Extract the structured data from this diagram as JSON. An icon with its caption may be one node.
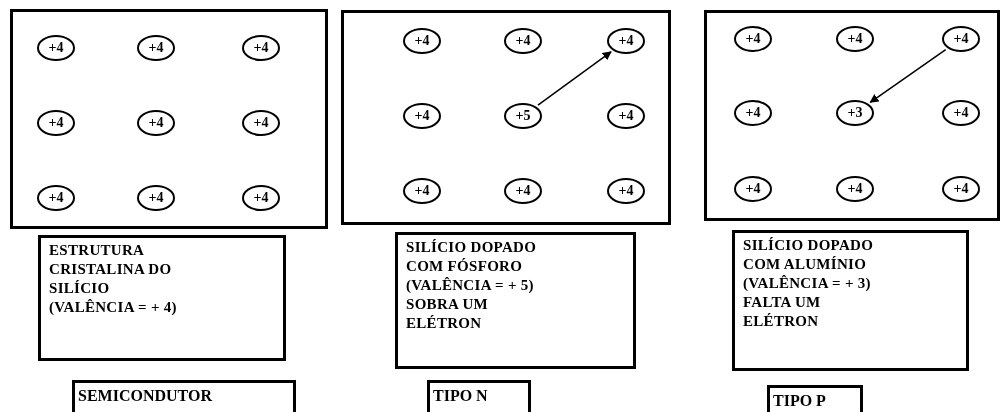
{
  "diagram": {
    "nodes": [
      {
        "text": [],
        "shape": "box"
      },
      {
        "text": [
          "+4"
        ],
        "in": 0
      },
      {
        "text": [
          "+4"
        ],
        "in": 0
      },
      {
        "text": [
          "+4"
        ],
        "in": 0
      },
      {
        "text": [
          "+4"
        ],
        "in": 0
      },
      {
        "text": [
          "+4"
        ],
        "in": 0
      },
      {
        "text": [
          "+4"
        ],
        "in": 0
      },
      {
        "text": [
          "+4"
        ],
        "in": 0
      },
      {
        "text": [
          "+4"
        ],
        "in": 0
      },
      {
        "text": [
          "+4"
        ],
        "in": 0
      },
      {
        "text": [],
        "shape": "box"
      },
      {
        "text": [
          "+4"
        ],
        "in": 10
      },
      {
        "text": [
          "+4"
        ],
        "in": 10
      },
      {
        "text": [
          "+4"
        ],
        "in": 10
      },
      {
        "text": [
          "+4"
        ],
        "in": 10
      },
      {
        "text": [
          "+5"
        ],
        "in": 10
      },
      {
        "text": [
          "+4"
        ],
        "in": 10
      },
      {
        "text": [
          "+4"
        ],
        "in": 10
      },
      {
        "text": [
          "+4"
        ],
        "in": 10
      },
      {
        "text": [
          "+4"
        ],
        "in": 10
      },
      {
        "text": [],
        "shape": "box"
      },
      {
        "text": [
          "+4"
        ],
        "in": 20
      },
      {
        "text": [
          "+4"
        ],
        "in": 20
      },
      {
        "text": [
          "+4"
        ],
        "in": 20
      },
      {
        "text": [
          "+4"
        ],
        "in": 20
      },
      {
        "text": [
          "+3"
        ],
        "in": 20
      },
      {
        "text": [
          "+4"
        ],
        "in": 20
      },
      {
        "text": [
          "+4"
        ],
        "in": 20
      },
      {
        "text": [
          "+4"
        ],
        "in": 20
      },
      {
        "text": [
          "+4"
        ],
        "in": 20
      },
      {
        "text": [
          "ESTRUTURA CRISTALINA DO SILÍCIO (VALÊNCIA = + 4)"
        ]
      },
      {
        "text": [
          "SILÍCIO DOPADO COM FÓSFORO (VALÊNCIA = + 5) SOBRA UM ELÉTRON"
        ]
      },
      {
        "text": [
          "SILÍCIO DOPADO COM ALUMÍNIO (VALÊNCIA = + 3) FALTA UM ELÉTRON"
        ]
      },
      {
        "text": [
          "SEMICONDUTOR"
        ]
      },
      {
        "text": [
          "TIPO N"
        ]
      },
      {
        "text": [
          "TIPO P"
        ]
      }
    ],
    "edges": [
      {
        "from": 15,
        "to": 13,
        "arrow": "to"
      },
      {
        "from": 23,
        "to": 25,
        "arrow": "to"
      }
    ]
  }
}
